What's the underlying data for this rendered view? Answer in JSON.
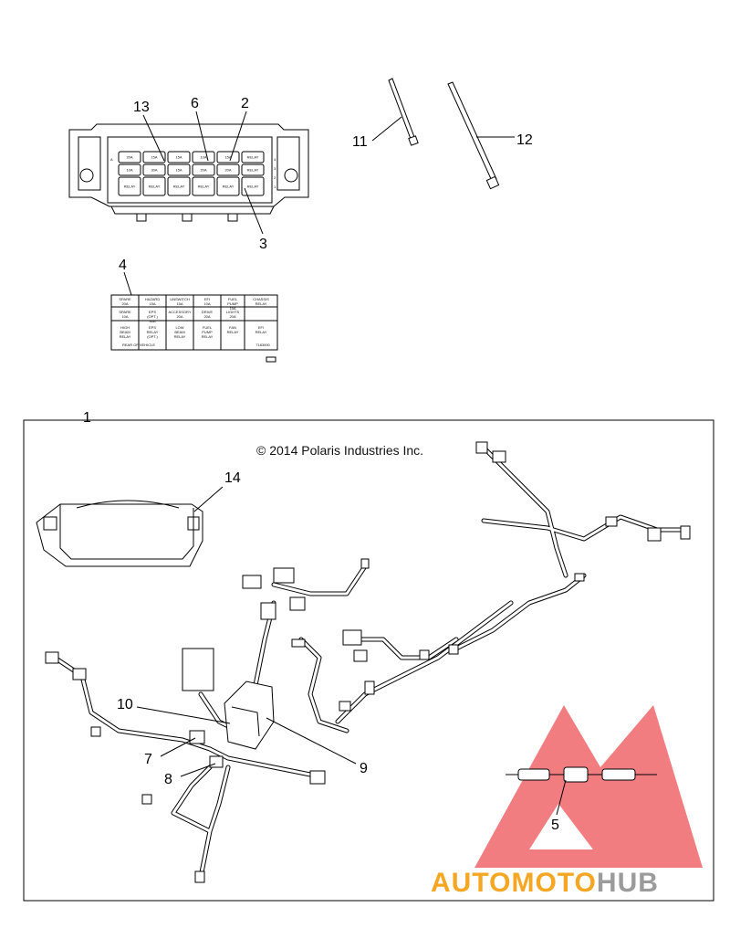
{
  "copyright": "© 2014 Polaris Industries Inc.",
  "callouts": {
    "c1": "1",
    "c2": "2",
    "c3": "3",
    "c4": "4",
    "c5": "5",
    "c6": "6",
    "c7": "7",
    "c8": "8",
    "c9": "9",
    "c10": "10",
    "c11": "11",
    "c12": "12",
    "c13": "13",
    "c14": "14"
  },
  "fuse_box": {
    "top_row": [
      "20A",
      "15A",
      "15A",
      "10A",
      "15A",
      "RELAY"
    ],
    "mid_row": [
      "10A",
      "30A",
      "15A",
      "20A",
      "20A",
      "RELAY"
    ],
    "bottom_row": [
      "RELAY",
      "RELAY",
      "RELAY",
      "RELAY",
      "RELAY",
      "RELAY"
    ],
    "side_numbers": [
      "4",
      "3",
      "2",
      "1"
    ]
  },
  "decal": {
    "row1": [
      "SPARE 20A",
      "HAZARD 15A",
      "UNSWITCH 15A",
      "EFI 10A",
      "FUEL PUMP 15A",
      "CHASSIS RELAY"
    ],
    "row2": [
      "SPARE 10A",
      "EPS (OPT.) 30A",
      "ACCESSORY 20A",
      "DRIVE 20A",
      "LIGHTS 20A",
      ""
    ],
    "row3": [
      "HIGH BEAM RELAY",
      "EPS RELAY (OPT.)",
      "LOW BEAM RELAY",
      "FUEL PUMP RELAY",
      "FAN RELAY",
      "EFI RELAY"
    ],
    "arrow_note": "REAR OF VEHICLE",
    "part_no": "7183000"
  },
  "watermark": {
    "part1": "AUTO",
    "part2": "MOTO",
    "part3": "HUB",
    "color_main": "#f5a623",
    "color_hub": "#9b9b9b",
    "triangle_color": "#e8131a"
  }
}
